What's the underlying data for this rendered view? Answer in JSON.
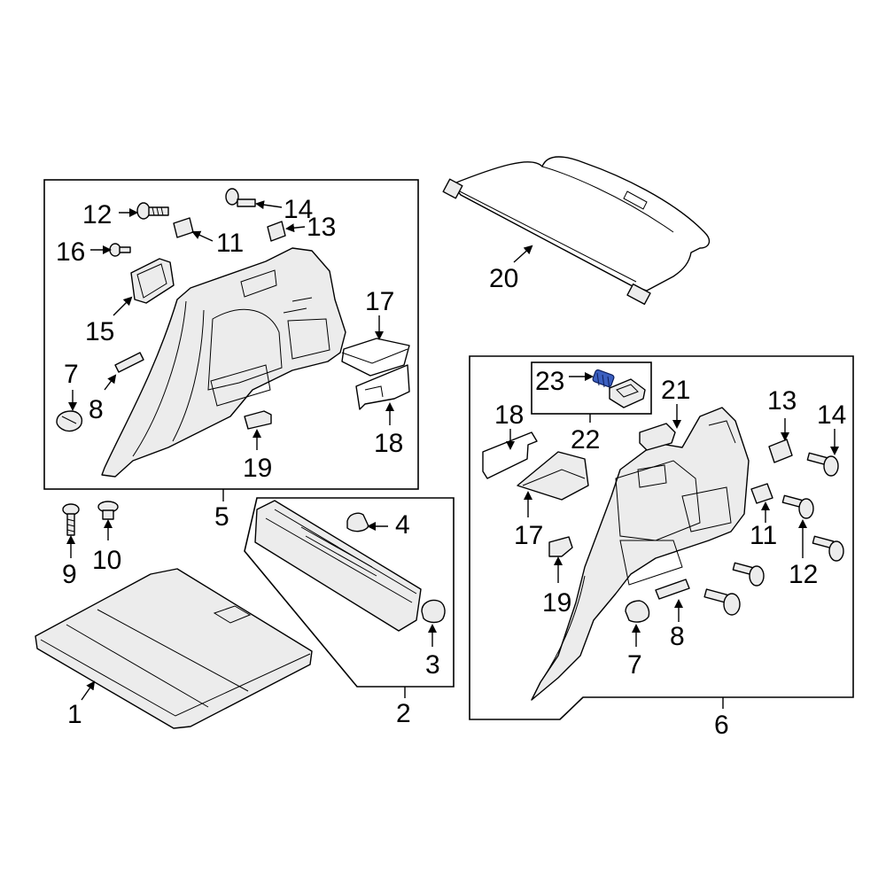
{
  "callouts": {
    "c1": "1",
    "c2": "2",
    "c3": "3",
    "c4": "4",
    "c5": "5",
    "c6": "6",
    "c7a": "7",
    "c7b": "7",
    "c8a": "8",
    "c8b": "8",
    "c9": "9",
    "c10": "10",
    "c11a": "11",
    "c11b": "11",
    "c12a": "12",
    "c12b": "12",
    "c13a": "13",
    "c13b": "13",
    "c14a": "14",
    "c14b": "14",
    "c15": "15",
    "c16": "16",
    "c17a": "17",
    "c17b": "17",
    "c18a": "18",
    "c18b": "18",
    "c19a": "19",
    "c19b": "19",
    "c20": "20",
    "c21": "21",
    "c22": "22",
    "c23": "23"
  },
  "colors": {
    "highlight_part": "#3b5fc0",
    "line": "#000000",
    "part_fill": "#ececec"
  }
}
